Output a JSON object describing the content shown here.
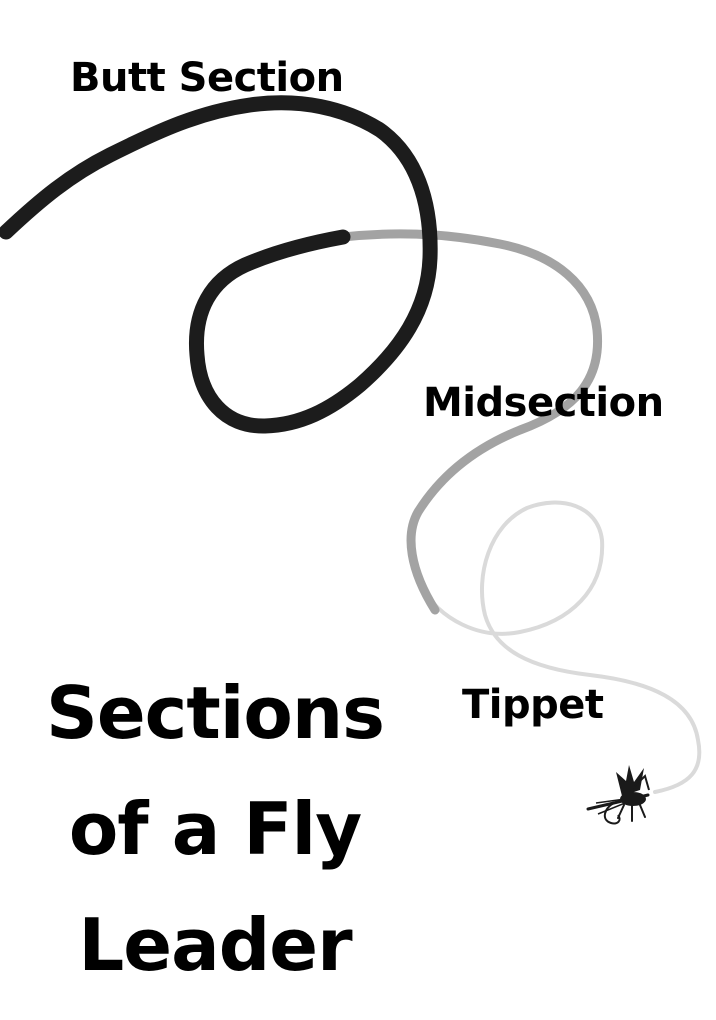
{
  "labels": {
    "butt": "Butt Section",
    "midsection": "Midsection",
    "tippet": "Tippet"
  },
  "title": {
    "line1": "Sections",
    "line2": "of a Fly",
    "line3": "Leader"
  },
  "colors": {
    "butt": "#1c1c1c",
    "midsection": "#a3a3a3",
    "tippet": "#dadada",
    "text": "#000000",
    "background": "#ffffff"
  },
  "icons": {
    "fly": "fly-icon"
  }
}
